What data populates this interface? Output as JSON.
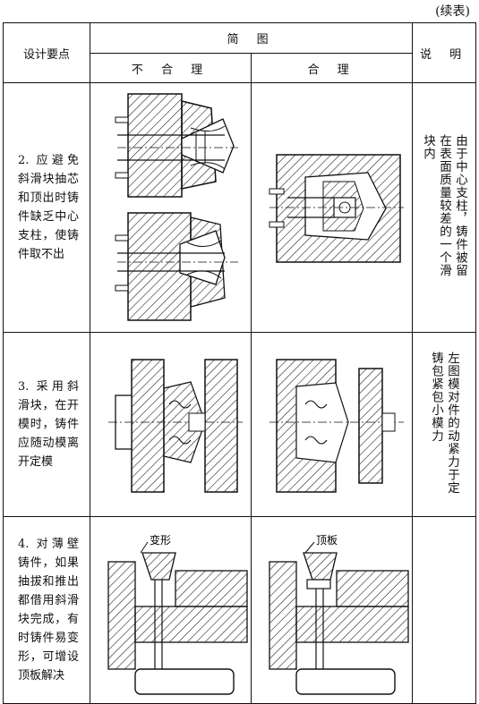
{
  "continued_label": "(续表)",
  "table": {
    "headers": {
      "design_points": "设计要点",
      "sketch": "简 图",
      "unreasonable": "不 合 理",
      "reasonable": "合  理",
      "note": "说 明"
    },
    "rows": [
      {
        "point": "2. 应避免斜滑块抽芯和顶出时铸件缺乏中心支柱，使铸件取不出",
        "note": "由于中心支柱，铸件被留在表面质量较差的一个滑块内"
      },
      {
        "point": "3. 采用斜滑块，在开模时，铸件应随动模离开定模",
        "note": "左图模对件的动紧力于定铸包紧包小模力"
      },
      {
        "point": "4. 对薄壁铸件，如果抽拔和推出都借用斜滑块完成，有时铸件易变形，可增设顶板解决",
        "note": ""
      }
    ],
    "figure_labels": {
      "deform": "变形",
      "top_plate": "顶板"
    }
  }
}
